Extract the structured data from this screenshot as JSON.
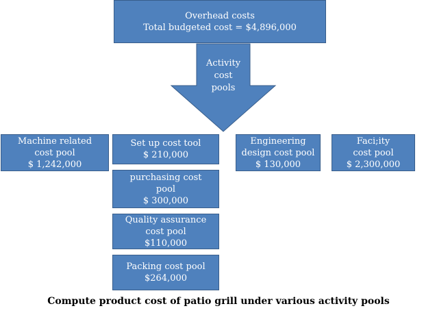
{
  "overhead": {
    "line1": "Overhead costs",
    "line2": "Total budgeted cost = $4,896,000"
  },
  "arrow": {
    "line1": "Activity",
    "line2": "cost",
    "line3": "pools"
  },
  "pools": {
    "machine": {
      "line1": "Machine related",
      "line2": "cost pool",
      "line3": "$ 1,242,000"
    },
    "setup": {
      "line1": "Set up cost tool",
      "line2": "$ 210,000"
    },
    "purchasing": {
      "line1": "purchasing cost",
      "line2": "pool",
      "line3": "$ 300,000"
    },
    "quality": {
      "line1": "Quality assurance",
      "line2": "cost pool",
      "line3": "$110,000"
    },
    "packing": {
      "line1": "Packing cost pool",
      "line2": "$264,000"
    },
    "engineering": {
      "line1": "Engineering",
      "line2": "design cost pool",
      "line3": "$ 130,000"
    },
    "facility": {
      "line1": "Faci;ity",
      "line2": "cost pool",
      "line3": "$ 2,300,000"
    }
  },
  "caption": "Compute product cost of patio grill under various activity pools",
  "colors": {
    "box_fill": "#4f81bd",
    "box_border": "#385d8a",
    "text": "#ffffff"
  }
}
